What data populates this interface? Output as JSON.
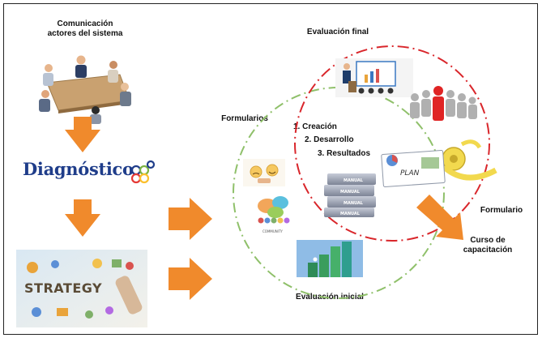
{
  "title_communication": "Comunicación\nactores del sistema",
  "title_communication_l1": "Comunicación",
  "title_communication_l2": "actores del sistema",
  "diagnostico": "Diagnóstico",
  "strategy": "STRATEGY",
  "evaluacion_final": "Evaluación final",
  "formularios": "Formularios",
  "steps": [
    "1. Creación",
    "2. Desarrollo",
    "3. Resultados"
  ],
  "formulario": "Formulario",
  "curso_l1": "Curso de",
  "curso_l2": "capacitación",
  "evaluacion_inicial": "Evaluación inicial",
  "plan_label": "PLAN",
  "manual_label": "MANUAL",
  "community_label": "COMMUNITY",
  "colors": {
    "arrow": "#f08a2c",
    "red_circle": "#d9262b",
    "green_circle": "#8fc06a",
    "diag_blue": "#1f3d8a"
  }
}
